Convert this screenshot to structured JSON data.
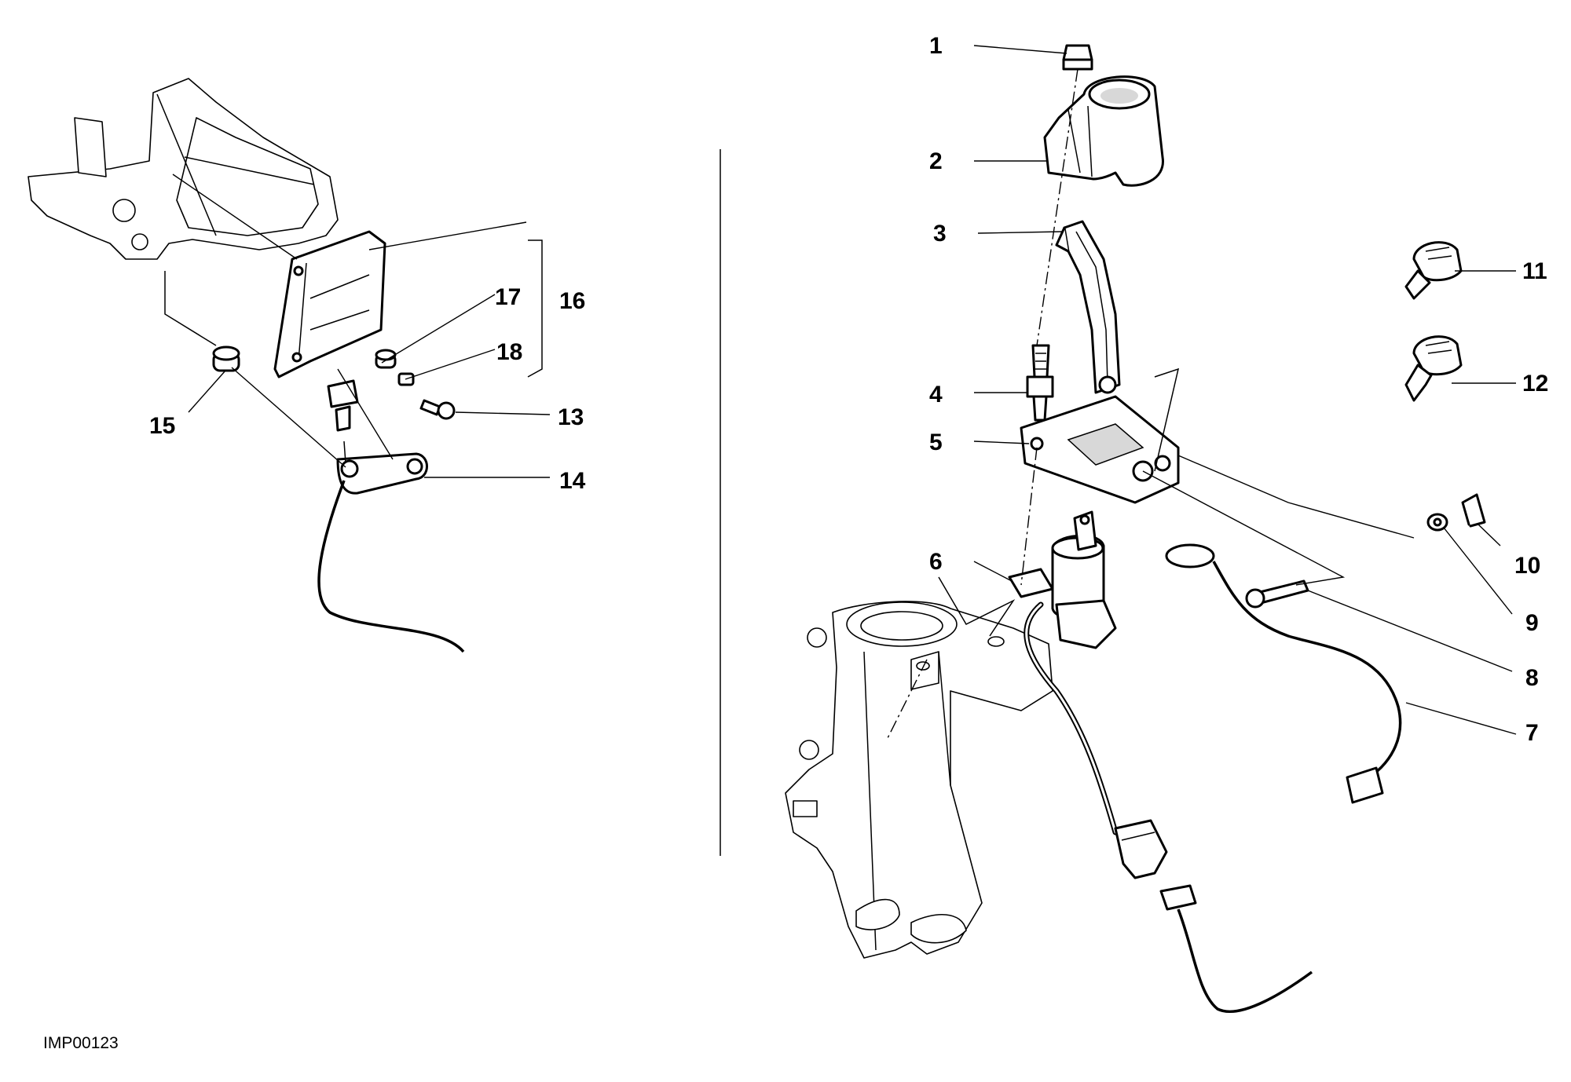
{
  "diagram": {
    "reference_code": "IMP00123",
    "callouts": [
      "1",
      "2",
      "3",
      "4",
      "5",
      "6",
      "7",
      "8",
      "9",
      "10",
      "11",
      "12",
      "13",
      "14",
      "15",
      "16",
      "17",
      "18"
    ]
  }
}
